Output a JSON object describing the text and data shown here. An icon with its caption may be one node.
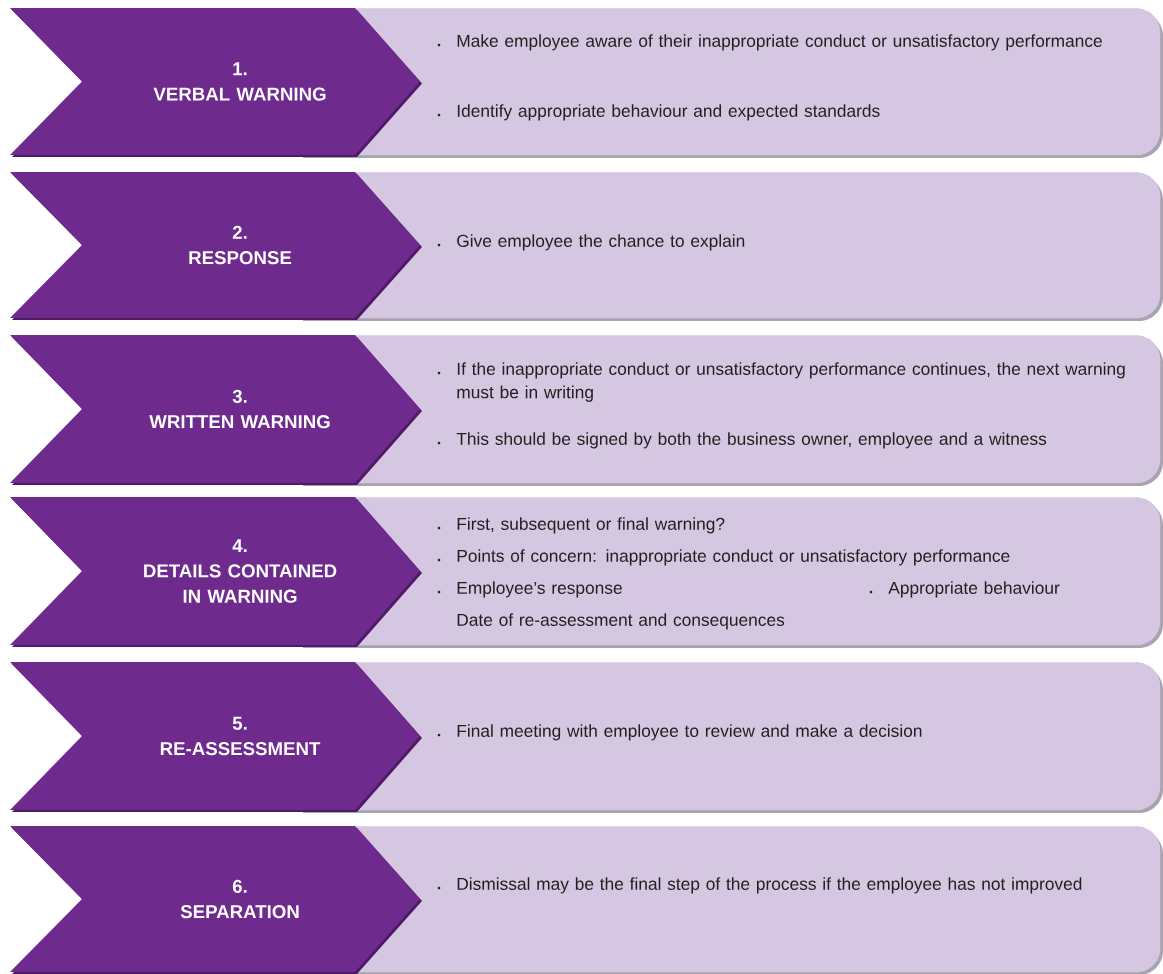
{
  "diagram": {
    "nodes": [
      {
        "text": [
          "1.",
          "VERBAL WARNING"
        ]
      },
      {
        "text": [
          "Make employee aware of their inappropriate conduct or unsatisfactory performance",
          "Identify appropriate behaviour and expected standards"
        ]
      },
      {
        "text": [
          "2.",
          "RESPONSE"
        ]
      },
      {
        "text": [
          "Give employee the chance to explain"
        ]
      },
      {
        "text": [
          "3.",
          "WRITTEN WARNING"
        ]
      },
      {
        "text": [
          "If the inappropriate conduct or unsatisfactory performance continues, the next warning must be in writing",
          "This should be signed by both the business owner, employee and a witness"
        ]
      },
      {
        "text": [
          "4.",
          "DETAILS CONTAINED IN WARNING"
        ]
      },
      {
        "text": [
          "First, subsequent or final warning?",
          "Points of concern: inappropriate conduct or unsatisfactory performance",
          "Employee’s response",
          "Appropriate behaviour",
          "Date of re-assessment and consequences"
        ]
      },
      {
        "text": [
          "5.",
          "RE-ASSESSMENT"
        ]
      },
      {
        "text": [
          "Final meeting with employee to review and make a decision"
        ]
      },
      {
        "text": [
          "6.",
          "SEPARATION"
        ]
      },
      {
        "text": [
          "Dismissal may be the final step of the process if the employee has not improved"
        ]
      }
    ]
  }
}
